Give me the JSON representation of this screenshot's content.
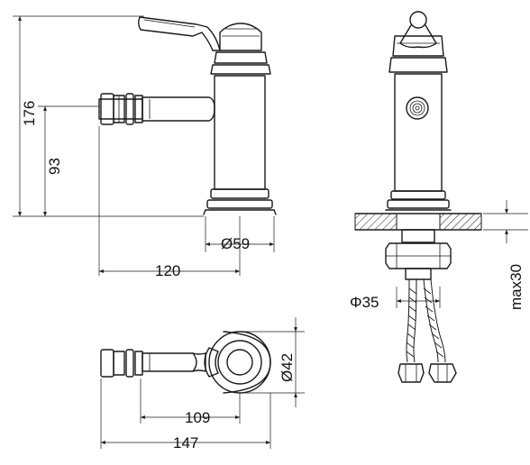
{
  "dimensions": {
    "height_total": "176",
    "height_spout": "93",
    "base_diameter": "Ø59",
    "spout_reach": "120",
    "hole_diameter": "Φ35",
    "deck_max": "max30",
    "top_base_diameter": "Ø42",
    "top_reach_inner": "109",
    "top_length_total": "147"
  },
  "colors": {
    "line": "#1a1a1a",
    "background": "#ffffff"
  }
}
